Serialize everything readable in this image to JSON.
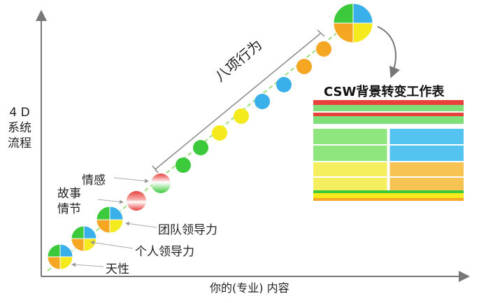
{
  "axes": {
    "y_label_lines": [
      "4 D",
      "系统",
      "流程"
    ],
    "x_label": "你的(专业) 内容"
  },
  "diagonal_label": "八项行为",
  "stage_labels": {
    "tianxing": "天性",
    "geren": "个人领导力",
    "tuandui": "团队领导力",
    "gushi_line1": "故事",
    "gushi_line2": "情节",
    "qinggan": "情感"
  },
  "worksheet": {
    "title": "CSW背景转变工作表",
    "rows": [
      [
        "",
        ""
      ],
      [
        "",
        ""
      ],
      [
        "",
        ""
      ],
      [
        "",
        ""
      ],
      [
        "",
        ""
      ],
      [
        "",
        ""
      ],
      [
        "",
        ""
      ]
    ]
  },
  "colors": {
    "green": "#3cc93c",
    "yellow": "#f4ea1d",
    "blue": "#39b0ea",
    "orange": "#f5a623",
    "red": "#e8413c",
    "line": "#7a7a7a"
  },
  "icons": {
    "quad_disc": "four-quadrant-disc-icon",
    "arrow": "arrow-icon"
  }
}
